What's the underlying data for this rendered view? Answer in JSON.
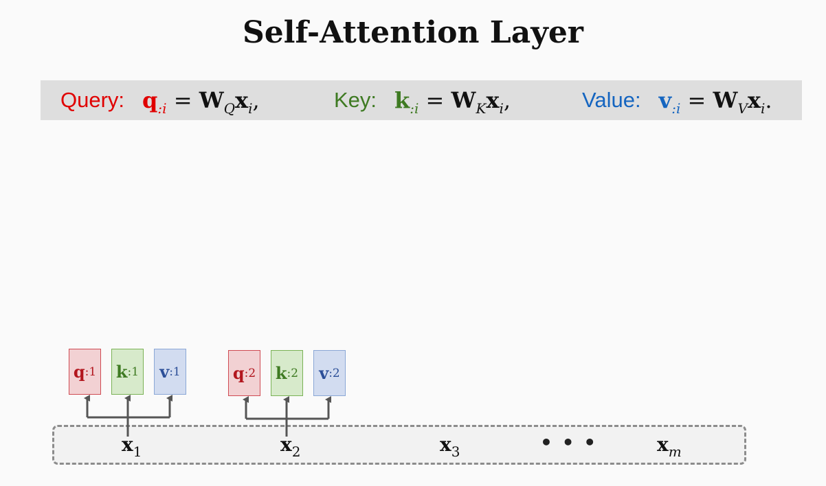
{
  "title": "Self-Attention Layer",
  "formulas": {
    "query": {
      "label": "Query:",
      "symbol": "q",
      "sub": ":i",
      "weight": "W",
      "weight_sub": "Q",
      "x": "x",
      "x_sub": "i",
      "punct": ","
    },
    "key": {
      "label": "Key:",
      "symbol": "k",
      "sub": ":i",
      "weight": "W",
      "weight_sub": "K",
      "x": "x",
      "x_sub": "i",
      "punct": ","
    },
    "value": {
      "label": "Value:",
      "symbol": "v",
      "sub": ":i",
      "weight": "W",
      "weight_sub": "V",
      "x": "x",
      "x_sub": "i",
      "punct": "."
    },
    "equals": "="
  },
  "vectors": {
    "group1": {
      "q": {
        "letter": "q",
        "sub": ":1"
      },
      "k": {
        "letter": "k",
        "sub": ":1"
      },
      "v": {
        "letter": "v",
        "sub": ":1"
      }
    },
    "group2": {
      "q": {
        "letter": "q",
        "sub": ":2"
      },
      "k": {
        "letter": "k",
        "sub": ":2"
      },
      "v": {
        "letter": "v",
        "sub": ":2"
      }
    }
  },
  "inputs": {
    "x1": {
      "letter": "x",
      "sub": "1"
    },
    "x2": {
      "letter": "x",
      "sub": "2"
    },
    "x3": {
      "letter": "x",
      "sub": "3"
    },
    "ellipsis": "• • •",
    "xm": {
      "letter": "x",
      "sub": "m"
    }
  },
  "colors": {
    "query": "#e00000",
    "key": "#3e7a22",
    "value": "#1565c0",
    "formula_bar": "#dedede",
    "connector": "#555555"
  }
}
